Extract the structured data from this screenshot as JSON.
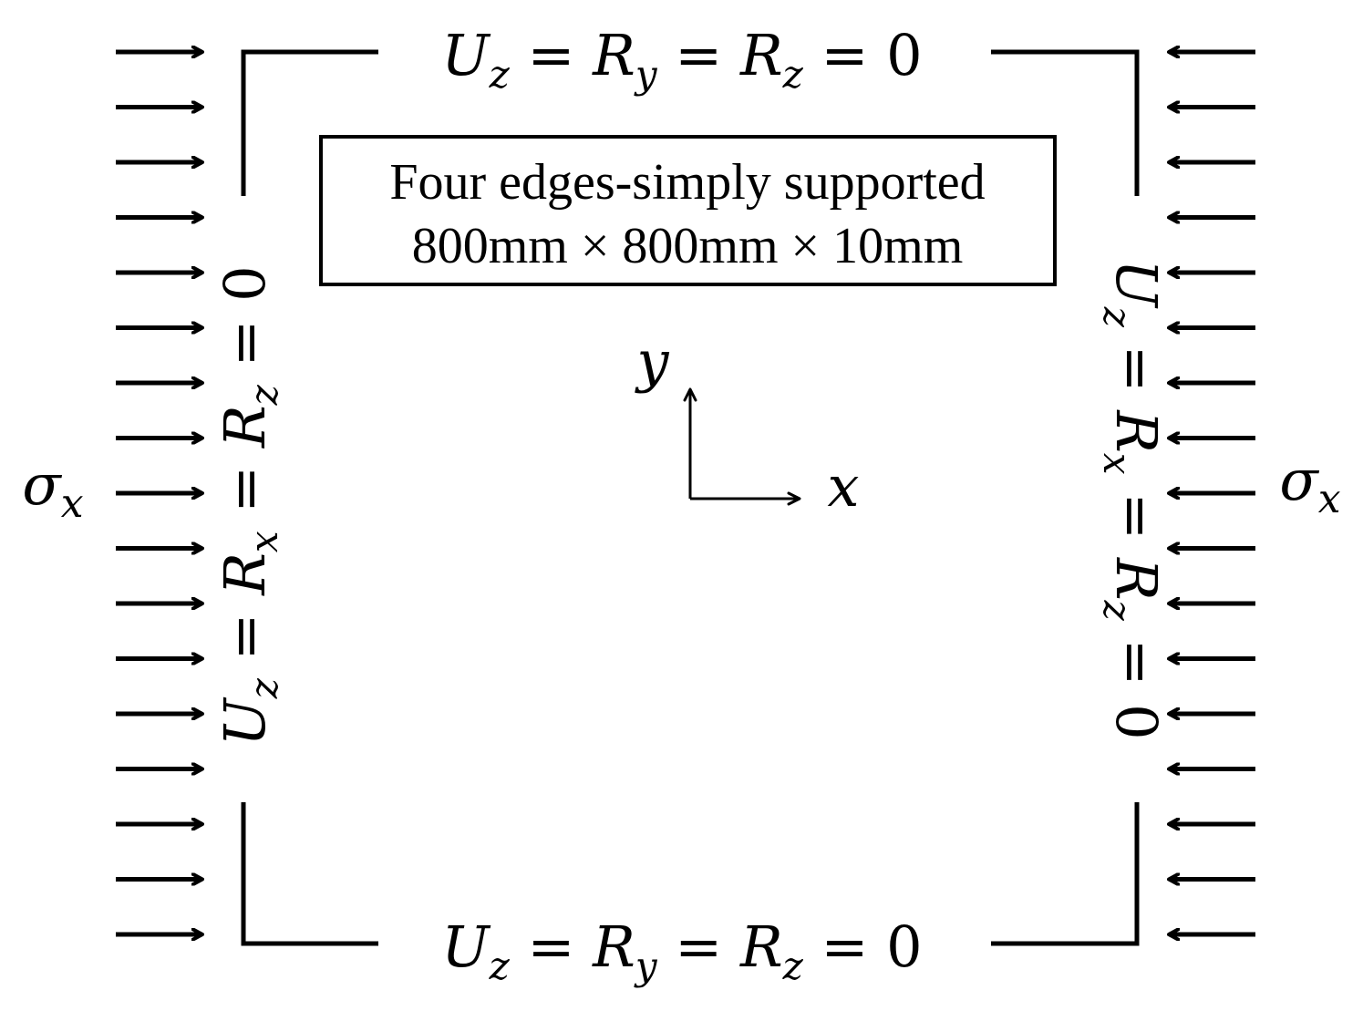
{
  "boundary_conditions": {
    "top": "Uz = Ry = Rz = 0",
    "bottom": "Uz = Ry = Rz = 0",
    "left": "Uz = Rx = Rz = 0",
    "right": "Uz = Rx = Rz = 0"
  },
  "info_box": {
    "line1": "Four edges-simply supported",
    "line2": "800mm × 800mm × 10mm"
  },
  "axes": {
    "x_label": "x",
    "y_label": "y"
  },
  "loads": {
    "left_label": "σx",
    "right_label": "σx",
    "arrow_count_per_side": 17
  },
  "colors": {
    "stroke": "#000000",
    "background": "#ffffff"
  }
}
